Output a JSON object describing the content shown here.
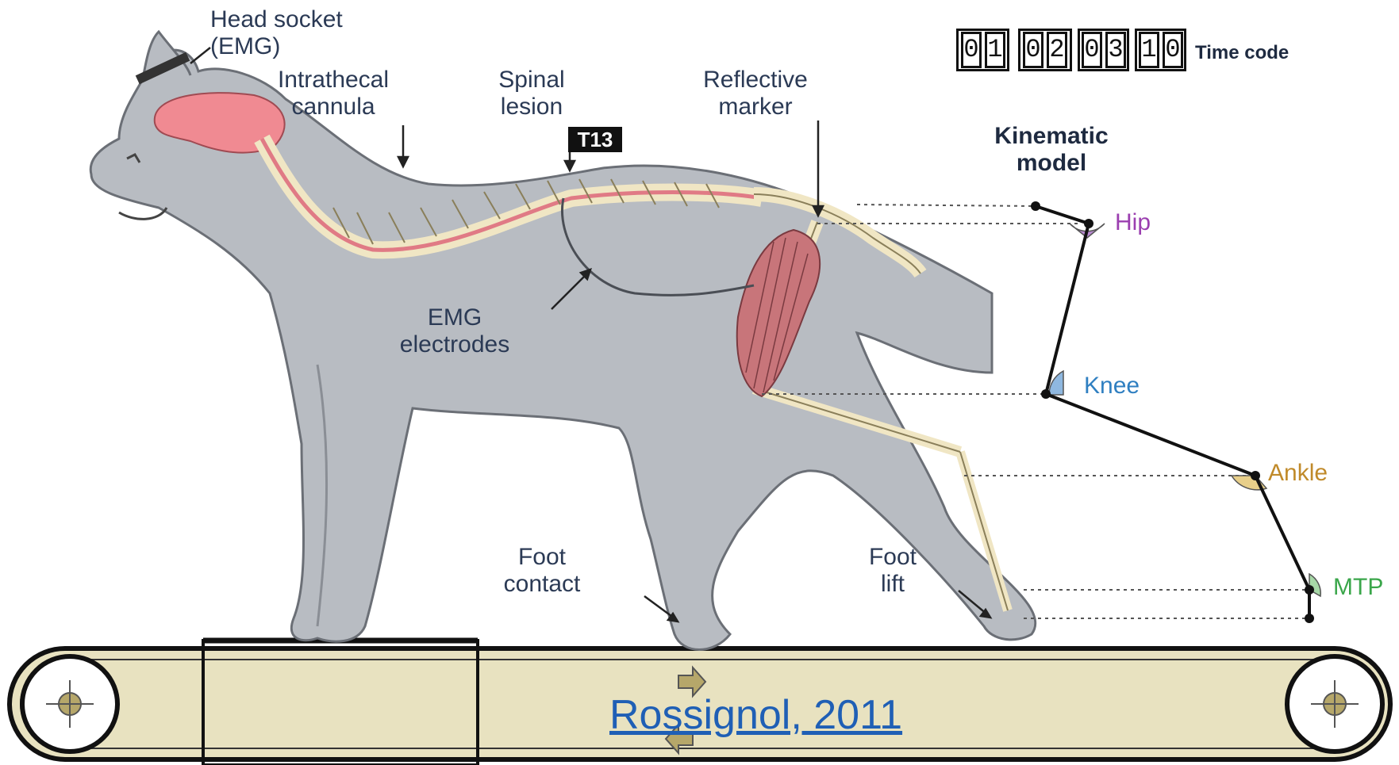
{
  "labels": {
    "head_socket": "Head socket\n(EMG)",
    "intrathecal": "Intrathecal\ncannula",
    "spinal_lesion": "Spinal\nlesion",
    "t13": "T13",
    "reflective_marker": "Reflective\nmarker",
    "emg_electrodes": "EMG\nelectrodes",
    "foot_contact": "Foot\ncontact",
    "foot_lift": "Foot\nlift",
    "kinematic_model": "Kinematic\nmodel",
    "time_code": "Time code"
  },
  "time_code_digits": [
    [
      "0",
      "1"
    ],
    [
      "0",
      "2"
    ],
    [
      "0",
      "3"
    ],
    [
      "1",
      "0"
    ]
  ],
  "joints": [
    {
      "name": "Hip",
      "color": "#9b3fb0"
    },
    {
      "name": "Knee",
      "color": "#2f7fc1"
    },
    {
      "name": "Ankle",
      "color": "#c08a2a"
    },
    {
      "name": "MTP",
      "color": "#3aa64a"
    }
  ],
  "citation": "Rossignol, 2011",
  "colors": {
    "body": "#b8bcc2",
    "brain": "#f08a92",
    "spine": "#f0e6c4",
    "muscle": "#c8757a",
    "belt": "#e8e2c0",
    "text": "#2b3a55"
  }
}
